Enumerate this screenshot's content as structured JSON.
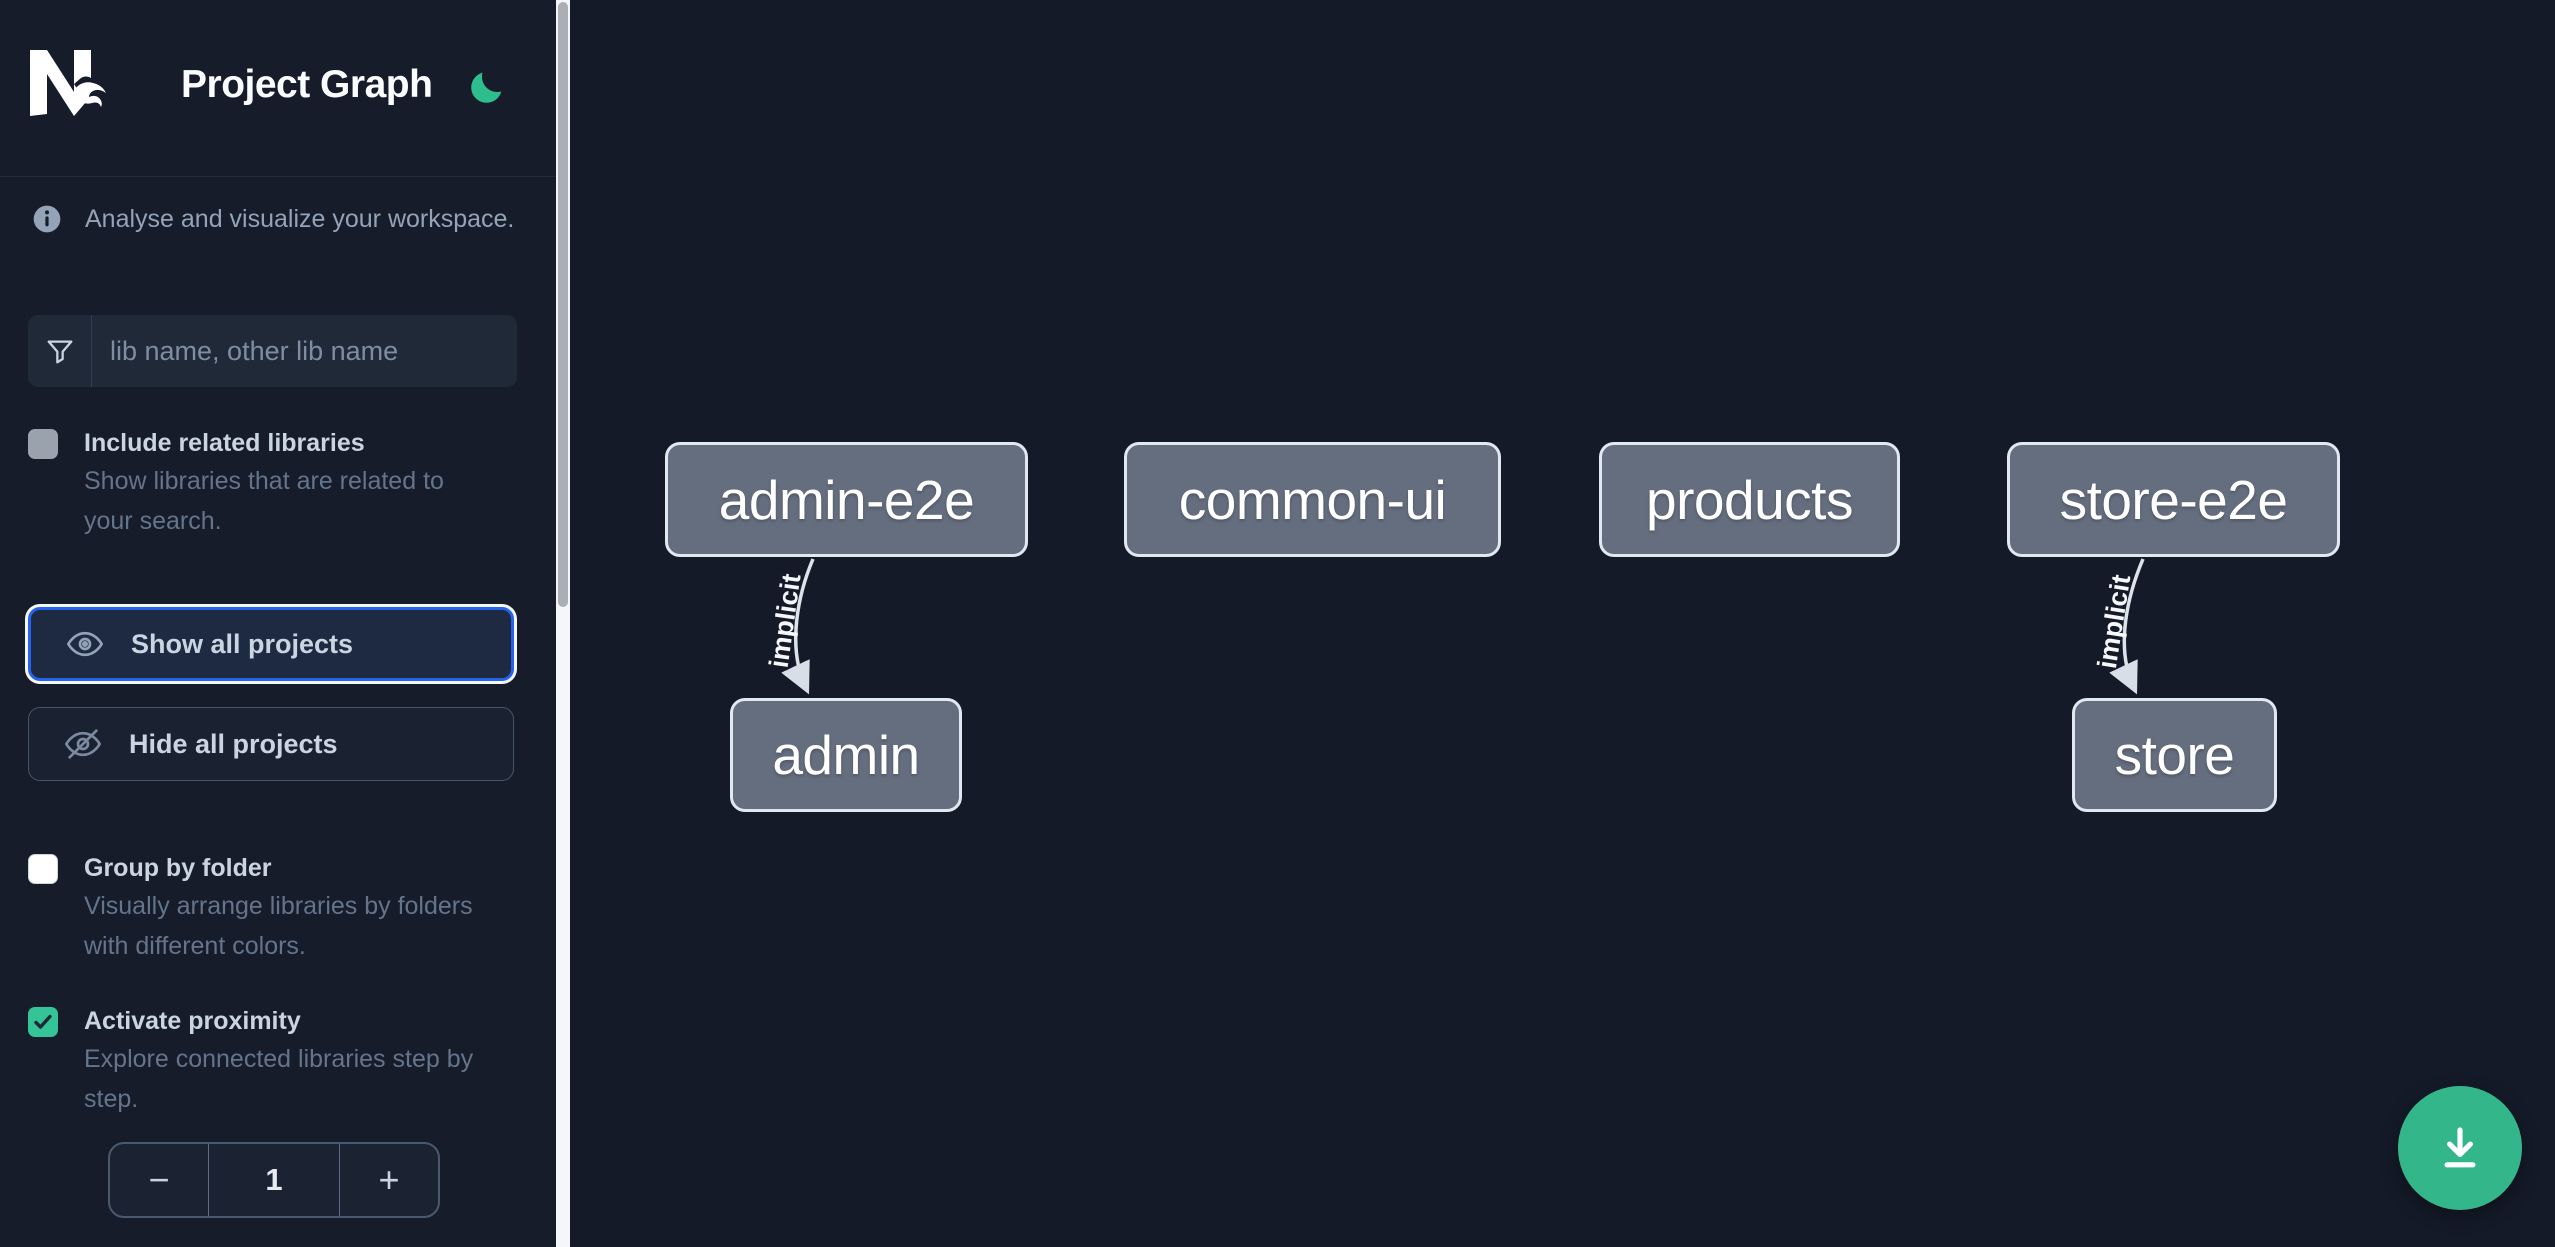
{
  "header": {
    "title": "Project Graph",
    "logo_icon": "nx-logo",
    "theme_icon": "moon-icon"
  },
  "sidebar": {
    "tagline": "Analyse and visualize your workspace.",
    "search": {
      "placeholder": "lib name, other lib name",
      "value": ""
    },
    "filters": [
      {
        "title": "Include related libraries",
        "description": "Show libraries that are related to your search.",
        "checked": false,
        "enabled": false
      },
      {
        "title": "Group by folder",
        "description": "Visually arrange libraries by folders with different colors.",
        "checked": false,
        "enabled": true
      },
      {
        "title": "Activate proximity",
        "description": "Explore connected libraries step by step.",
        "checked": true,
        "enabled": true
      }
    ],
    "actions": [
      {
        "label": "Show all projects",
        "icon": "eye-icon",
        "focused": true
      },
      {
        "label": "Hide all projects",
        "icon": "eye-slash-icon",
        "focused": false
      }
    ],
    "proximity_stepper": {
      "decrement": "−",
      "value": "1",
      "increment": "+"
    }
  },
  "graph": {
    "nodes": [
      {
        "label": "admin-e2e"
      },
      {
        "label": "common-ui"
      },
      {
        "label": "products"
      },
      {
        "label": "store-e2e"
      },
      {
        "label": "admin"
      },
      {
        "label": "store"
      }
    ],
    "edges": [
      {
        "from": "admin-e2e",
        "to": "admin",
        "label": "implicit"
      },
      {
        "from": "store-e2e",
        "to": "store",
        "label": "implicit"
      }
    ]
  },
  "fab": {
    "icon": "download-icon"
  },
  "colors": {
    "accent_green": "#34b68b",
    "checkbox_green": "#35c497",
    "focus_blue": "#2563eb",
    "node_fill": "#656e7f",
    "node_border": "#e2e8f0",
    "background": "#141a28",
    "sidebar_background": "#161c2a"
  }
}
